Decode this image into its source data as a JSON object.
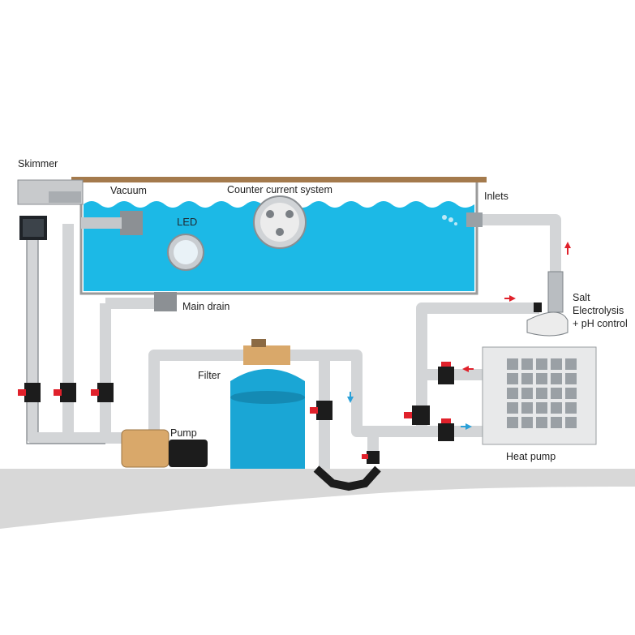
{
  "labels": {
    "skimmer": "Skimmer",
    "vacuum": "Vacuum",
    "counter_current": "Counter current system",
    "inlets": "Inlets",
    "led": "LED",
    "main_drain": "Main drain",
    "filter": "Filter",
    "pump": "Pump",
    "salt_line1": "Salt",
    "salt_line2": "Electrolysis",
    "salt_line3": "+ pH control",
    "heat_pump": "Heat pump"
  },
  "colors": {
    "water": "#1cb9e6",
    "pipe": "#d3d5d7",
    "pipe_edge": "#7b8186",
    "valve_handle": "#e0212b",
    "valve_body": "#1c1c1c",
    "filter_tank": "#1aa6d5",
    "pump_body": "#d9a86a",
    "ground": "#d8d8d8",
    "deck": "#a47a4c",
    "arrow_red": "#e0212b",
    "arrow_blue": "#2aa0d8"
  },
  "icons": [
    "skimmer-icon",
    "led-light-icon",
    "counter-current-jet-icon",
    "vacuum-inlet-icon",
    "main-drain-icon",
    "sand-filter-icon",
    "pump-icon",
    "heat-pump-icon",
    "salt-chlorinator-icon",
    "valve-icon",
    "flow-arrow-icon"
  ]
}
